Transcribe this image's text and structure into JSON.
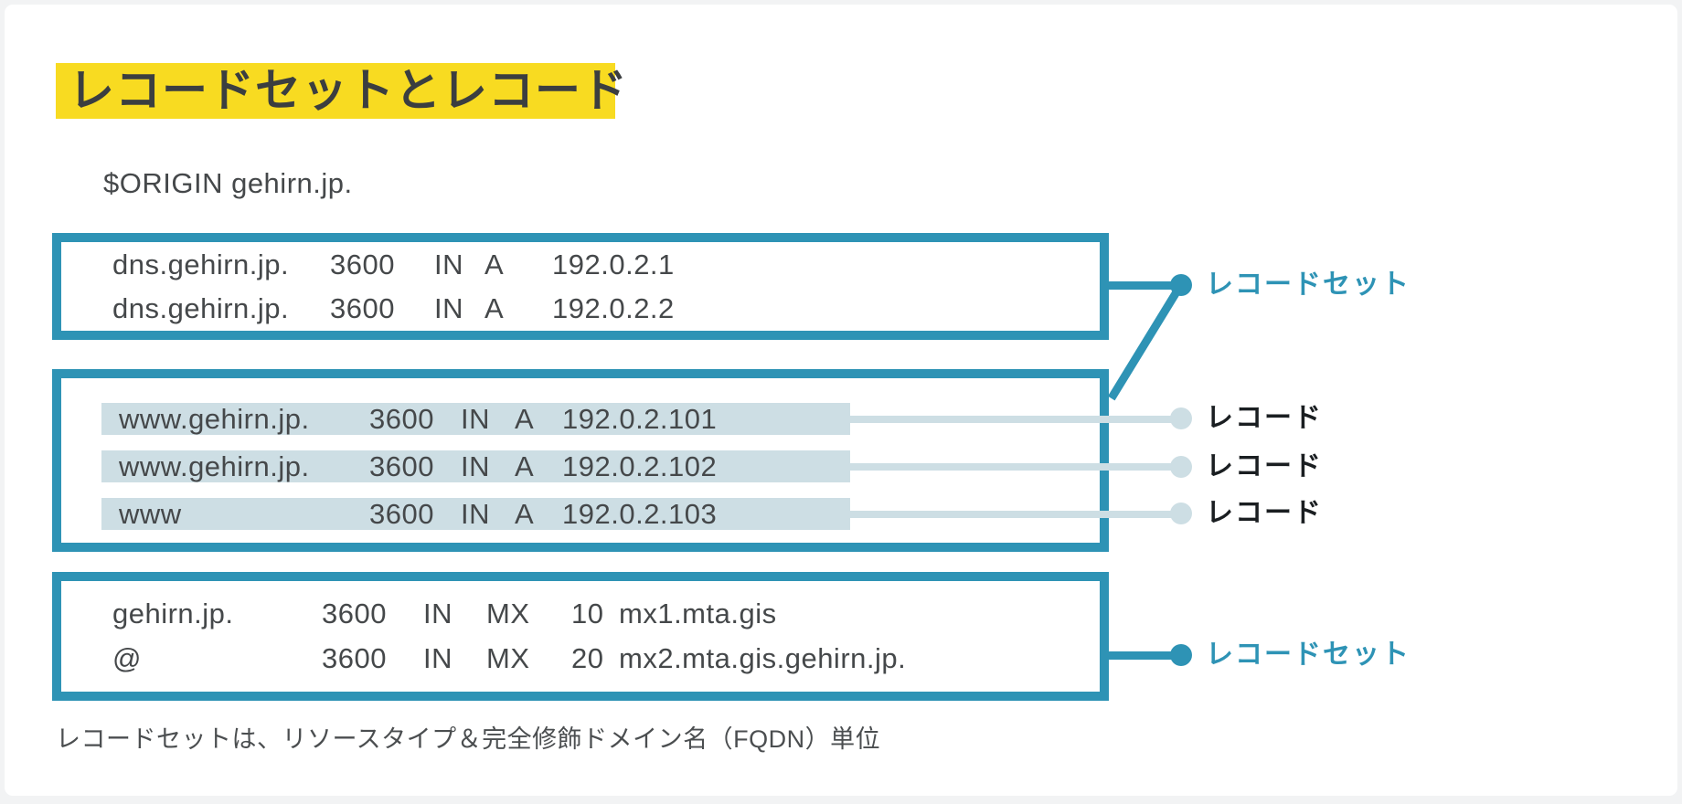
{
  "page": {
    "title": "レコードセットとレコード",
    "origin_line": "$ORIGIN gehirn.jp.",
    "caption": "レコードセットは、リソースタイプ＆完全修飾ドメイン名（FQDN）単位"
  },
  "labels": {
    "record_set": "レコードセット",
    "record": "レコード"
  },
  "colors": {
    "accent_teal": "#2E93B5",
    "highlight_yellow": "#F8DB21",
    "row_highlight": "#CDDEE4",
    "card_bg": "#FFFFFF",
    "page_bg": "#F2F3F4",
    "label_black": "#1A1E21",
    "record_text": "#45484A"
  },
  "boxes": [
    {
      "kind": "record-set",
      "records": [
        {
          "name": "dns.gehirn.jp.",
          "ttl": "3600",
          "class": "IN",
          "type": "A",
          "value": "192.0.2.1"
        },
        {
          "name": "dns.gehirn.jp.",
          "ttl": "3600",
          "class": "IN",
          "type": "A",
          "value": "192.0.2.2"
        }
      ]
    },
    {
      "kind": "record-set",
      "records": [
        {
          "name": "www.gehirn.jp.",
          "ttl": "3600",
          "class": "IN",
          "type": "A",
          "value": "192.0.2.101"
        },
        {
          "name": "www.gehirn.jp.",
          "ttl": "3600",
          "class": "IN",
          "type": "A",
          "value": "192.0.2.102"
        },
        {
          "name": "www",
          "ttl": "3600",
          "class": "IN",
          "type": "A",
          "value": "192.0.2.103"
        }
      ]
    },
    {
      "kind": "record-set",
      "records": [
        {
          "name": "gehirn.jp.",
          "ttl": "3600",
          "class": "IN",
          "type": "MX",
          "priority": "10",
          "value": "mx1.mta.gis"
        },
        {
          "name": "@",
          "ttl": "3600",
          "class": "IN",
          "type": "MX",
          "priority": "20",
          "value": "mx2.mta.gis.gehirn.jp."
        }
      ]
    }
  ]
}
